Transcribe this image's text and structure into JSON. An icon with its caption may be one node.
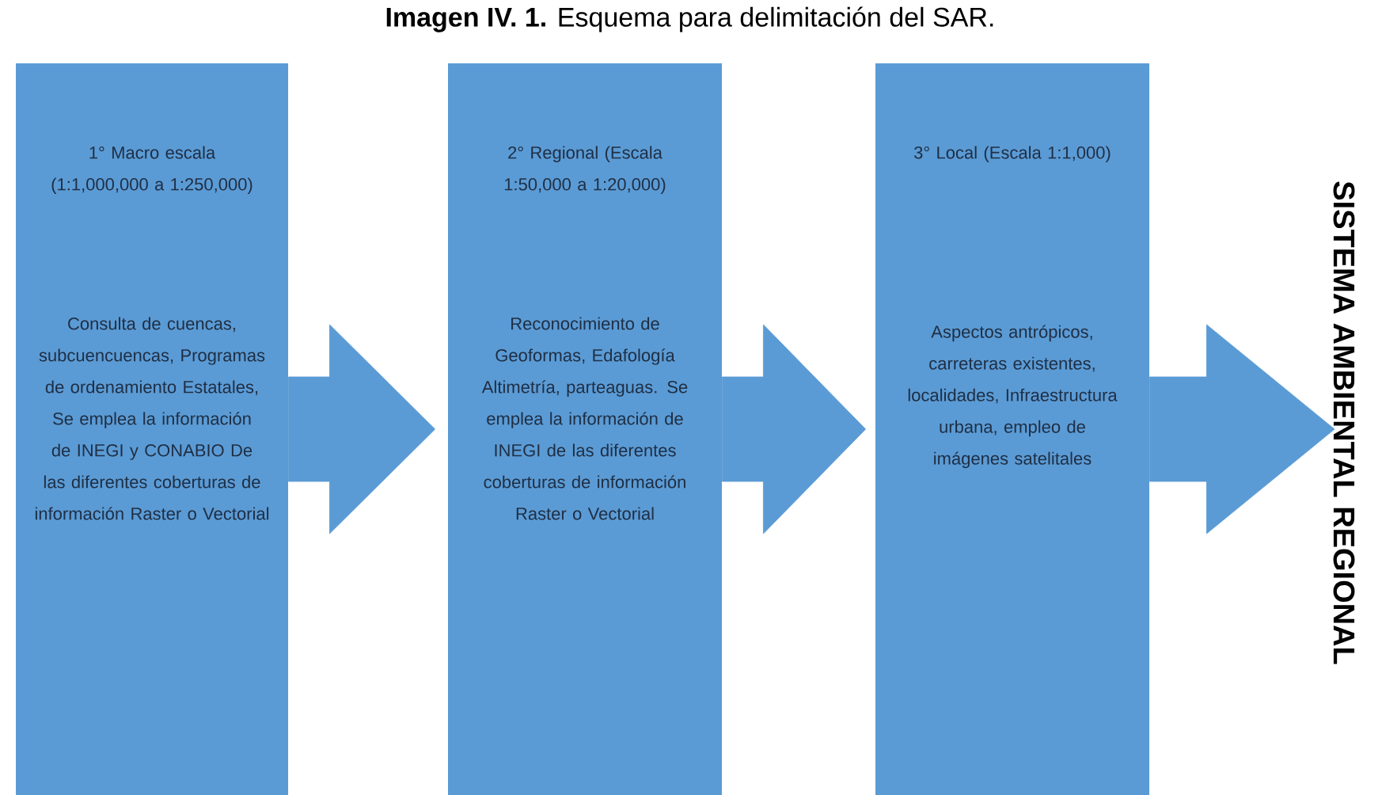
{
  "diagram": {
    "title": "**Imagen IV. 1.** Esquema para delimitación del SAR.",
    "nodes": [
      {
        "text": [
          "1° Macro escala (1:1,000,000 a 1:250,000)",
          "Consulta de cuencas, subcuencuencas, Programas de ordenamiento Estatales, Se emplea la información de INEGI y CONABIO De las diferentes coberturas de información Raster o Vectorial"
        ]
      },
      {
        "text": [
          "2° Regional (Escala 1:50,000 a 1:20,000)",
          "Reconocimiento de Geoformas, Edafología Altimetría, parteaguas. Se emplea la información de INEGI de las diferentes coberturas de información Raster o Vectorial"
        ]
      },
      {
        "text": [
          "3° Local (Escala 1:1,000)",
          "Aspectos antrópicos, carreteras existentes, localidades, Infraestructura urbana, empleo de imágenes satelitales"
        ]
      },
      {
        "text": [
          "SISTEMA AMBIENTAL REGIONAL"
        ]
      }
    ],
    "edges": [
      {
        "from": 0,
        "to": 1,
        "arrow": "to"
      },
      {
        "from": 1,
        "to": 2,
        "arrow": "to"
      },
      {
        "from": 2,
        "to": 3,
        "arrow": "to"
      }
    ]
  }
}
